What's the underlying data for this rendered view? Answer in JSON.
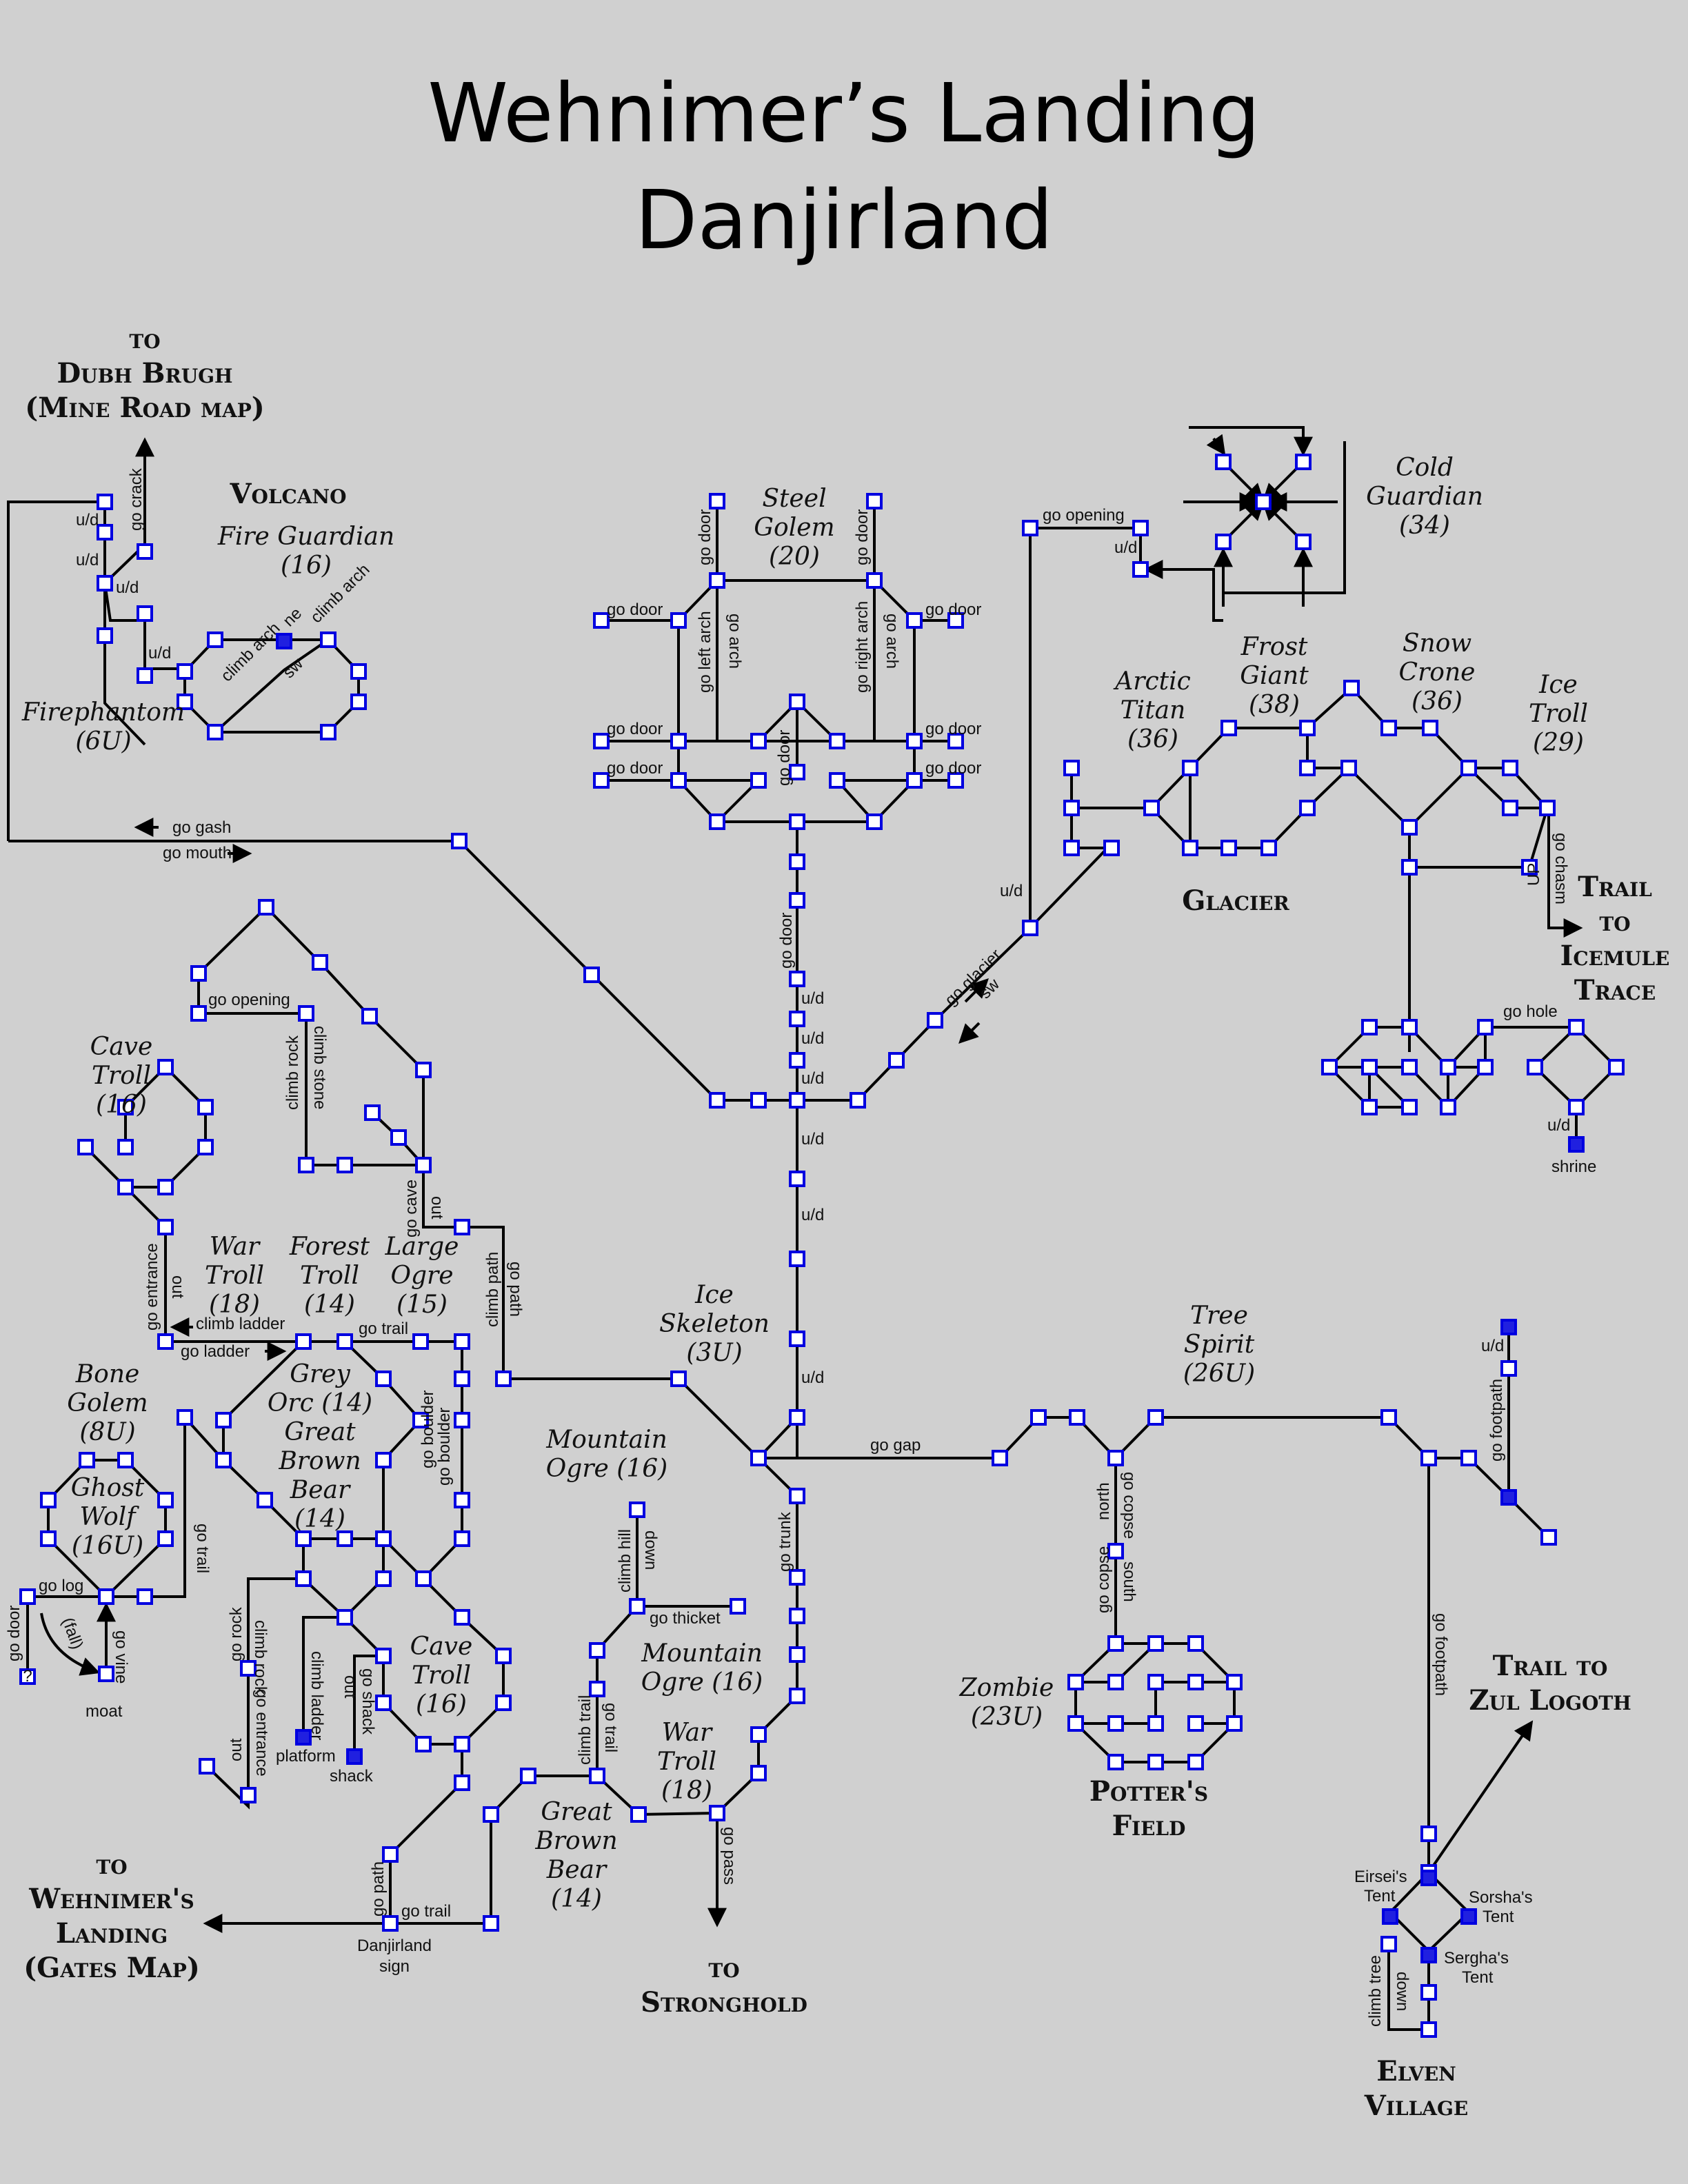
{
  "title": {
    "line1": "Wehnimer’s Landing",
    "line2": "Danjirland"
  },
  "regions": [
    {
      "id": "volcano",
      "label": "Volcano"
    },
    {
      "id": "glacier",
      "label": "Glacier"
    },
    {
      "id": "potters-field",
      "label": [
        "Potter's",
        "Field"
      ]
    },
    {
      "id": "elven-village",
      "label": [
        "Elven",
        "Village"
      ]
    }
  ],
  "destinations": [
    {
      "id": "dubh-brugh",
      "lines": [
        "to",
        "Dubh Brugh",
        "(Mine Road map)"
      ]
    },
    {
      "id": "icemule",
      "lines": [
        "Trail",
        "to",
        "Icemule",
        "Trace"
      ]
    },
    {
      "id": "zul-logoth",
      "lines": [
        "Trail to",
        "Zul Logoth"
      ]
    },
    {
      "id": "stronghold",
      "lines": [
        "to",
        "Stronghold"
      ]
    },
    {
      "id": "wehnimers-gates",
      "lines": [
        "to",
        "Wehnimer's",
        "Landing",
        "(Gates Map)"
      ]
    }
  ],
  "monsters": [
    {
      "name": "Fire Guardian",
      "level": "(16)"
    },
    {
      "name": "Firephantom",
      "level": "(6U)"
    },
    {
      "name": "Steel Golem",
      "level": "(20)"
    },
    {
      "name": "Cold Guardian",
      "level": "(34)"
    },
    {
      "name": "Arctic Titan",
      "level": "(36)"
    },
    {
      "name": "Frost Giant",
      "level": "(38)"
    },
    {
      "name": "Snow Crone",
      "level": "(36)"
    },
    {
      "name": "Ice Troll",
      "level": "(29)"
    },
    {
      "name": "Cave Troll",
      "level": "(16)",
      "where": "north-west"
    },
    {
      "name": "War Troll",
      "level": "(18)",
      "where": "west"
    },
    {
      "name": "Forest Troll",
      "level": "(14)"
    },
    {
      "name": "Large Ogre",
      "level": "(15)"
    },
    {
      "name": "Ice Skeleton",
      "level": "(3U)"
    },
    {
      "name": "Bone Golem",
      "level": "(8U)"
    },
    {
      "name": "Ghost Wolf",
      "level": "(16U)"
    },
    {
      "name": "Grey Orc",
      "level": "(14)"
    },
    {
      "name": "Great Brown Bear",
      "level": "(14)",
      "where": "west"
    },
    {
      "name": "Cave Troll",
      "level": "(16)",
      "where": "south-west"
    },
    {
      "name": "Mountain Ogre",
      "level": "(16)",
      "where": "upper"
    },
    {
      "name": "Mountain Ogre",
      "level": "(16)",
      "where": "lower"
    },
    {
      "name": "War Troll",
      "level": "(18)",
      "where": "south"
    },
    {
      "name": "Great Brown Bear",
      "level": "(14)",
      "where": "south"
    },
    {
      "name": "Tree Spirit",
      "level": "(26U)"
    },
    {
      "name": "Zombie",
      "level": "(23U)"
    }
  ],
  "exit_labels": {
    "go_crack": "go crack",
    "ud": "u/d",
    "climb_arch": "climb arch",
    "ne": "ne",
    "sw": "sw",
    "go_door": "go door",
    "go_left_arch": "go left arch",
    "go_arch": "go arch",
    "go_right_arch": "go right arch",
    "go_opening": "go opening",
    "go_gash": "go gash",
    "go_mouth": "go mouth",
    "go_glacier": "go glacier",
    "up": "UP",
    "go_chasm": "go chasm",
    "go_hole": "go hole",
    "shrine": "shrine",
    "climb_rock": "climb rock",
    "climb_stone": "climb stone",
    "go_cave": "go cave",
    "out": "out",
    "climb_path": "climb path",
    "go_path": "go path",
    "go_entrance": "go entrance",
    "climb_ladder": "climb ladder",
    "go_ladder": "go ladder",
    "go_trail": "go trail",
    "go_boulder": "go boulder",
    "go_log": "go log",
    "go_vine": "go vine",
    "fall": "(fall)",
    "moat": "moat",
    "go_rock": "go rock",
    "platform": "platform",
    "go_shack": "go shack",
    "shack": "shack",
    "climb_hill": "climb hill",
    "down": "down",
    "go_thicket": "go thicket",
    "climb_trail": "climb trail",
    "go_pass": "go pass",
    "go_trunk": "go trunk",
    "go_gap": "go gap",
    "north": "north",
    "south": "south",
    "go_copse": "go copse",
    "go_footpath": "go footpath",
    "climb_tree": "climb tree",
    "danjirland_sign": [
      "Danjirland",
      "sign"
    ],
    "eirsei_tent": [
      "Eirsei's",
      "Tent"
    ],
    "sorsha_tent": [
      "Sorsha's",
      "Tent"
    ],
    "sergha_tent": [
      "Sergha's",
      "Tent"
    ],
    "unknown_room": "?"
  },
  "colors": {
    "background": "#d0d0d0",
    "room_border": "#0000e0",
    "room_fill": "#ffffff",
    "special_room_fill": "#2020e0",
    "path": "#000000"
  }
}
